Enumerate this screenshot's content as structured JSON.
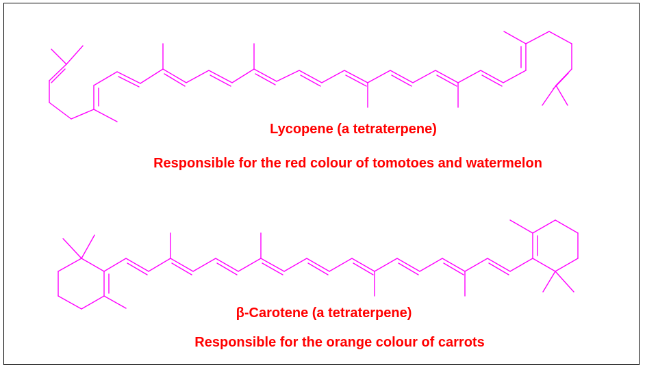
{
  "colors": {
    "structure": "#ff00ff",
    "caption": "#ff0000",
    "border": "#000000"
  },
  "lycopene": {
    "name": "Lycopene (a tetraterpene)",
    "description": "Responsible for the red colour of tomotoes and watermelon"
  },
  "beta_carotene": {
    "name": "β-Carotene (a tetraterpene)",
    "description": "Responsible for the orange colour of carrots"
  }
}
